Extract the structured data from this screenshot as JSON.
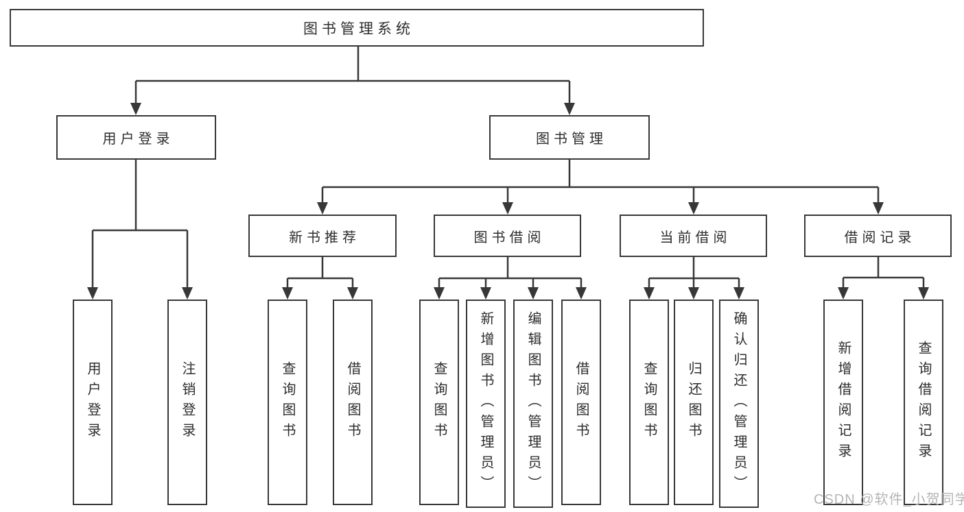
{
  "tree": {
    "root": {
      "label": "图书管理系统"
    },
    "branches": [
      {
        "label": "用户登录",
        "children": [
          {
            "label": "用户登录"
          },
          {
            "label": "注销登录"
          }
        ]
      },
      {
        "label": "图书管理",
        "children": [
          {
            "label": "新书推荐",
            "children": [
              {
                "label": "查询图书"
              },
              {
                "label": "借阅图书"
              }
            ]
          },
          {
            "label": "图书借阅",
            "children": [
              {
                "label": "查询图书"
              },
              {
                "label": "新增图书（管理员）"
              },
              {
                "label": "编辑图书（管理员）"
              },
              {
                "label": "借阅图书"
              }
            ]
          },
          {
            "label": "当前借阅",
            "children": [
              {
                "label": "查询图书"
              },
              {
                "label": "归还图书"
              },
              {
                "label": "确认归还（管理员）"
              }
            ]
          },
          {
            "label": "借阅记录",
            "children": [
              {
                "label": "新增借阅记录"
              },
              {
                "label": "查询借阅记录"
              }
            ]
          }
        ]
      }
    ]
  },
  "watermark": {
    "text": "CSDN @软件_小贺同学"
  },
  "colors": {
    "line": "#373737",
    "text": "#2d2d2d",
    "watermark": "#b5b5b5",
    "background": "#ffffff"
  }
}
